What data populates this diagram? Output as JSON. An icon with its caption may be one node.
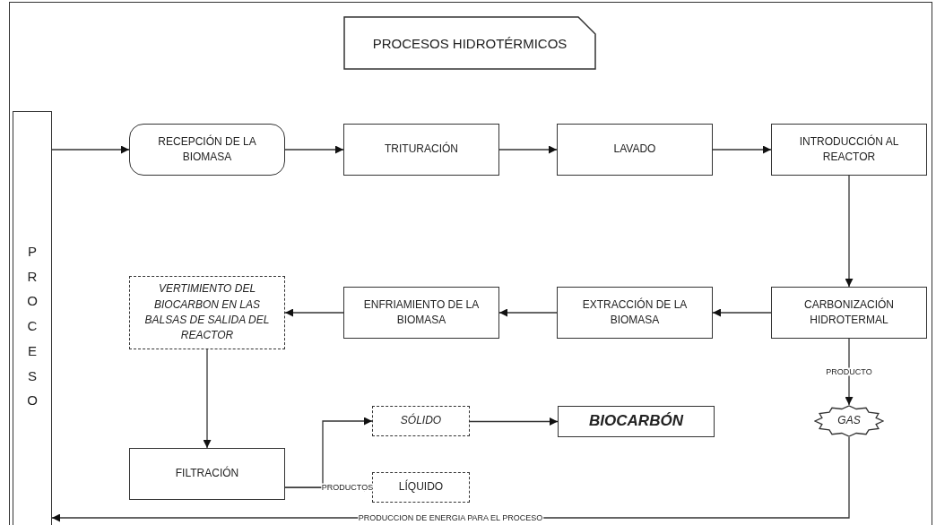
{
  "diagram": {
    "title": "PROCESOS HIDROTÉRMICOS",
    "nodes": [
      {
        "text": [
          "PROCESO"
        ]
      },
      {
        "text": [
          "RECEPCIÓN DE LA BIOMASA"
        ]
      },
      {
        "text": [
          "TRITURACIÓN"
        ]
      },
      {
        "text": [
          "LAVADO"
        ]
      },
      {
        "text": [
          "INTRODUCCIÓN AL REACTOR"
        ]
      },
      {
        "text": [
          "VERTIMIENTO DEL BIOCARBON EN LAS BALSAS DE SALIDA DEL REACTOR"
        ]
      },
      {
        "text": [
          "ENFRIAMIENTO DE LA BIOMASA"
        ]
      },
      {
        "text": [
          "EXTRACCIÓN DE LA BIOMASA"
        ]
      },
      {
        "text": [
          "CARBONIZACIÓN HIDROTERMAL"
        ]
      },
      {
        "text": [
          "SÓLIDO"
        ]
      },
      {
        "text": [
          "BIOCARBÓN"
        ]
      },
      {
        "text": [
          "GAS"
        ]
      },
      {
        "text": [
          "FILTRACIÓN"
        ]
      },
      {
        "text": [
          "LÍQUIDO"
        ]
      }
    ],
    "edges": [
      {
        "from": 0,
        "to": 1,
        "arrow": "to"
      },
      {
        "from": 1,
        "to": 2,
        "arrow": "to"
      },
      {
        "from": 2,
        "to": 3,
        "arrow": "to"
      },
      {
        "from": 3,
        "to": 4,
        "arrow": "to"
      },
      {
        "from": 4,
        "to": 8,
        "arrow": "to"
      },
      {
        "from": 8,
        "to": 7,
        "arrow": "to"
      },
      {
        "from": 7,
        "to": 6,
        "arrow": "to"
      },
      {
        "from": 6,
        "to": 5,
        "arrow": "to"
      },
      {
        "from": 5,
        "to": 12,
        "arrow": "to"
      },
      {
        "from": 12,
        "to": 9,
        "arrow": "to"
      },
      {
        "from": 12,
        "to": 13,
        "arrow": "to",
        "label": "PRODUCTOS"
      },
      {
        "from": 9,
        "to": 10,
        "arrow": "to"
      },
      {
        "from": 8,
        "to": 11,
        "arrow": "to",
        "label": "PRODUCTO"
      },
      {
        "from": 11,
        "to": 0,
        "arrow": "to",
        "label": "PRODUCCION DE ENERGIA PARA EL PROCESO"
      }
    ]
  }
}
